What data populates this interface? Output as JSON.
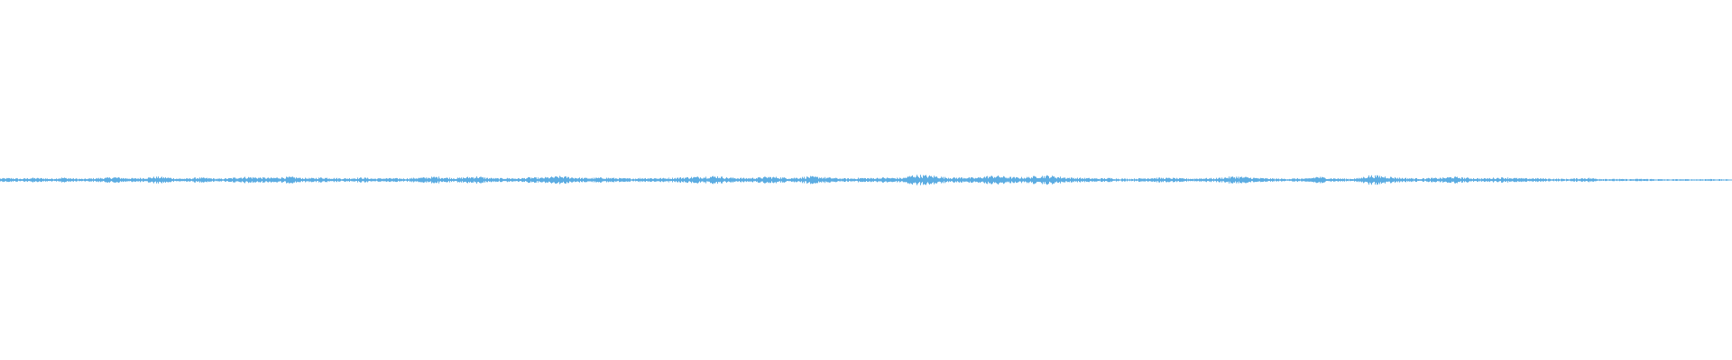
{
  "waveform": {
    "color": "#5dade2",
    "background": "#ffffff",
    "amplitude_profile": [
      0.22,
      0.28,
      0.18,
      0.3,
      0.26,
      0.2,
      0.34,
      0.22,
      0.16,
      0.25,
      0.3,
      0.4,
      0.28,
      0.24,
      0.32,
      0.45,
      0.38,
      0.22,
      0.2,
      0.34,
      0.28,
      0.18,
      0.24,
      0.4,
      0.42,
      0.36,
      0.3,
      0.38,
      0.44,
      0.3,
      0.26,
      0.36,
      0.3,
      0.22,
      0.28,
      0.34,
      0.2,
      0.26,
      0.24,
      0.22,
      0.3,
      0.36,
      0.46,
      0.34,
      0.28,
      0.4,
      0.5,
      0.3,
      0.24,
      0.28,
      0.22,
      0.36,
      0.3,
      0.42,
      0.52,
      0.4,
      0.3,
      0.28,
      0.34,
      0.3,
      0.24,
      0.22,
      0.3,
      0.28,
      0.26,
      0.32,
      0.38,
      0.44,
      0.48,
      0.56,
      0.36,
      0.3,
      0.28,
      0.34,
      0.46,
      0.4,
      0.3,
      0.36,
      0.5,
      0.42,
      0.32,
      0.24,
      0.22,
      0.3,
      0.26,
      0.34,
      0.3,
      0.28,
      0.7,
      0.66,
      0.58,
      0.4,
      0.34,
      0.38,
      0.3,
      0.52,
      0.6,
      0.44,
      0.36,
      0.4,
      0.56,
      0.62,
      0.46,
      0.34,
      0.3,
      0.26,
      0.22,
      0.28,
      0.2,
      0.18,
      0.24,
      0.32,
      0.3,
      0.28,
      0.22,
      0.2,
      0.26,
      0.24,
      0.36,
      0.5,
      0.42,
      0.3,
      0.24,
      0.2,
      0.18,
      0.22,
      0.2,
      0.48,
      0.28,
      0.22,
      0.18,
      0.26,
      0.64,
      0.58,
      0.44,
      0.3,
      0.26,
      0.22,
      0.28,
      0.3,
      0.46,
      0.34,
      0.26,
      0.22,
      0.3,
      0.36,
      0.28,
      0.22,
      0.26,
      0.2,
      0.18,
      0.16,
      0.22,
      0.3,
      0.18,
      0.16,
      0.14,
      0.12,
      0.16,
      0.14,
      0.12,
      0.1,
      0.12,
      0.1,
      0.12,
      0.14,
      0.1,
      0.08
    ]
  }
}
